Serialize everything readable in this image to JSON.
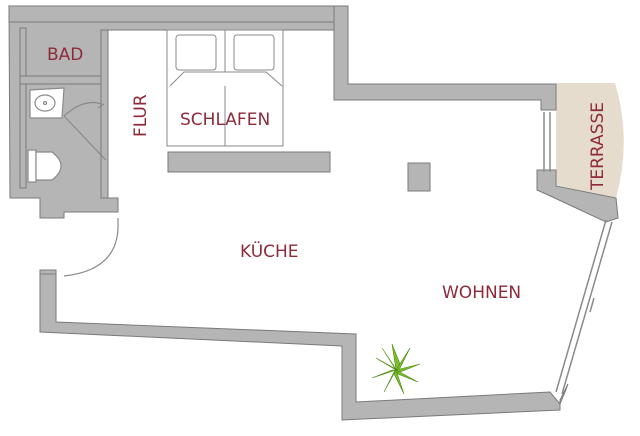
{
  "rooms": {
    "bad": "BAD",
    "flur": "FLUR",
    "schlafen": "SCHLAFEN",
    "kueche": "KÜCHE",
    "wohnen": "WOHNEN",
    "terrasse": "TERRASSE"
  },
  "colors": {
    "wall_fill": "#b5b5b5",
    "wall_stroke": "#7a7a7a",
    "label": "#8e2a3a",
    "terrace": "#e6dcce",
    "fixture_stroke": "#8a8a8a",
    "plant": "#7bbf2a"
  },
  "icons": {
    "plant": "plant-icon",
    "sink": "sink-icon",
    "toilet": "toilet-icon",
    "bed": "double-bed-icon"
  }
}
